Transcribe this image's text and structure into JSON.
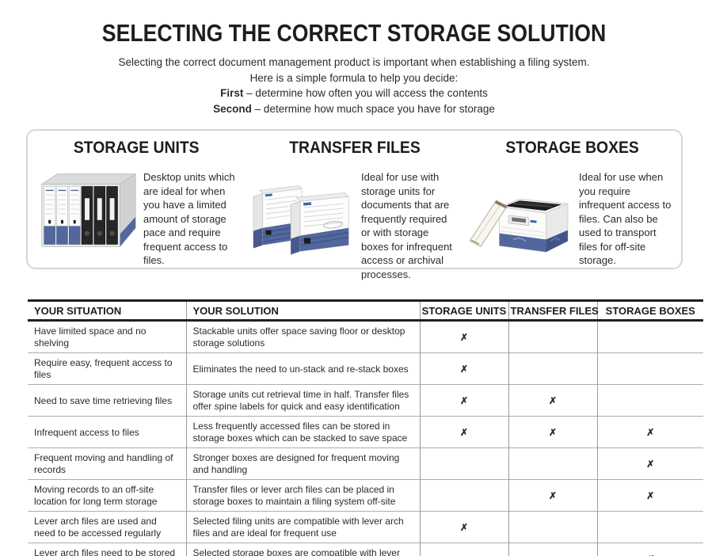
{
  "colors": {
    "accent_blue": "#52679c",
    "accent_blue_dark": "#3e5186",
    "text_dark": "#231f20",
    "panel_border": "#d6d6d6",
    "table_line_dark": "#1f1f1f",
    "table_line_gray": "#9a9a9a"
  },
  "header": {
    "title": "SELECTING THE CORRECT STORAGE SOLUTION",
    "intro_line1": "Selecting the correct document management product is important when establishing a filing system.",
    "intro_line2": "Here is a simple formula to help you decide:",
    "first_label": "First",
    "first_text": " – determine how often you will access the contents",
    "second_label": "Second",
    "second_text": " – determine how much space you have for storage"
  },
  "products": [
    {
      "title": "STORAGE UNITS",
      "image": "storage-units-illustration",
      "description": "Desktop units which are ideal for when you have a limited amount of storage pace and require frequent access to files."
    },
    {
      "title": "TRANSFER FILES",
      "image": "transfer-files-illustration",
      "description": "Ideal for use with storage units for documents that are frequently required or with storage boxes for infrequent access or archival processes."
    },
    {
      "title": "STORAGE BOXES",
      "image": "storage-box-illustration",
      "description": "Ideal for use when you require infrequent access to files. Can also be used to transport files for off-site storage."
    }
  ],
  "table": {
    "headers": [
      "YOUR SITUATION",
      "YOUR SOLUTION",
      "STORAGE UNITS",
      "TRANSFER FILES",
      "STORAGE BOXES"
    ],
    "mark_icon": "x-mark",
    "rows": [
      {
        "situation": "Have limited space and no shelving",
        "solution": "Stackable units offer space saving floor or desktop storage solutions",
        "marks": [
          "✗",
          "",
          ""
        ]
      },
      {
        "situation": "Require easy, frequent access to files",
        "solution": "Eliminates the need to un-stack and re-stack boxes",
        "marks": [
          "✗",
          "",
          ""
        ]
      },
      {
        "situation": "Need to save time retrieving files",
        "solution": "Storage units cut retrieval time in half. Transfer files offer spine labels for quick and easy identification",
        "marks": [
          "✗",
          "✗",
          ""
        ]
      },
      {
        "situation": "Infrequent access to files",
        "solution": "Less frequently accessed files can be stored in storage boxes which can be stacked to save space",
        "marks": [
          "✗",
          "✗",
          "✗"
        ]
      },
      {
        "situation": "Frequent moving and handling of records",
        "solution": "Stronger boxes are designed for frequent moving and handling",
        "marks": [
          "",
          "",
          "✗"
        ]
      },
      {
        "situation": "Moving records to an off-site location for long term storage",
        "solution": "Transfer files or lever arch files can be placed in storage boxes to maintain a filing system off-site",
        "marks": [
          "",
          "✗",
          "✗"
        ]
      },
      {
        "situation": "Lever arch files are used and need to be accessed regularly",
        "solution": "Selected filing units are compatible with lever arch files and are ideal for frequent use",
        "marks": [
          "✗",
          "",
          ""
        ]
      },
      {
        "situation": "Lever arch files need to be stored long term",
        "solution": "Selected storage boxes are compatible with lever arch files and are ideal for long-term storage",
        "marks": [
          "",
          "",
          "✗"
        ]
      }
    ]
  }
}
